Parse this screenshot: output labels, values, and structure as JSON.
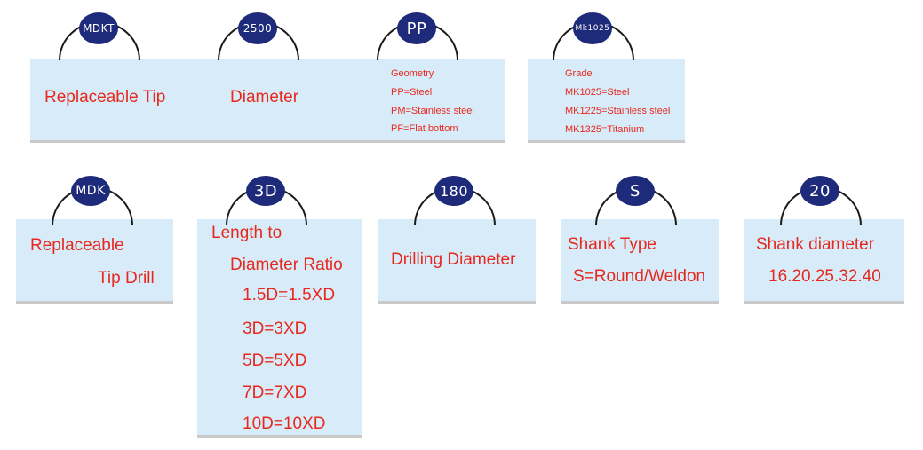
{
  "top_row": [
    {
      "code": "MDKT",
      "lines": [
        "Replaceable Tip"
      ]
    },
    {
      "code": "2500",
      "lines": [
        "Diameter"
      ]
    },
    {
      "code": "PP",
      "lines": [
        "Geometry",
        "PP=Steel",
        "PM=Stainless steel",
        "PF=Flat bottom"
      ]
    },
    {
      "code": "Mk1025",
      "lines": [
        "Grade",
        "MK1025=Steel",
        "MK1225=Stainless steel",
        "MK1325=Titanium"
      ]
    }
  ],
  "bottom_row": [
    {
      "code": "MDK",
      "lines": [
        "Replaceable",
        "Tip Drill"
      ]
    },
    {
      "code": "3D",
      "lines": [
        "Length to",
        "Diameter Ratio",
        "1.5D=1.5XD",
        "3D=3XD",
        "5D=5XD",
        "7D=7XD",
        "10D=10XD"
      ]
    },
    {
      "code": "180",
      "lines": [
        "Drilling Diameter"
      ]
    },
    {
      "code": "S",
      "lines": [
        "Shank Type",
        "S=Round/Weldon"
      ]
    },
    {
      "code": "20",
      "lines": [
        "Shank diameter",
        "16.20.25.32.40"
      ]
    }
  ],
  "colors": {
    "panel": "#d7ecf8",
    "badge": "#1e2a7a",
    "text": "#e8281e"
  }
}
